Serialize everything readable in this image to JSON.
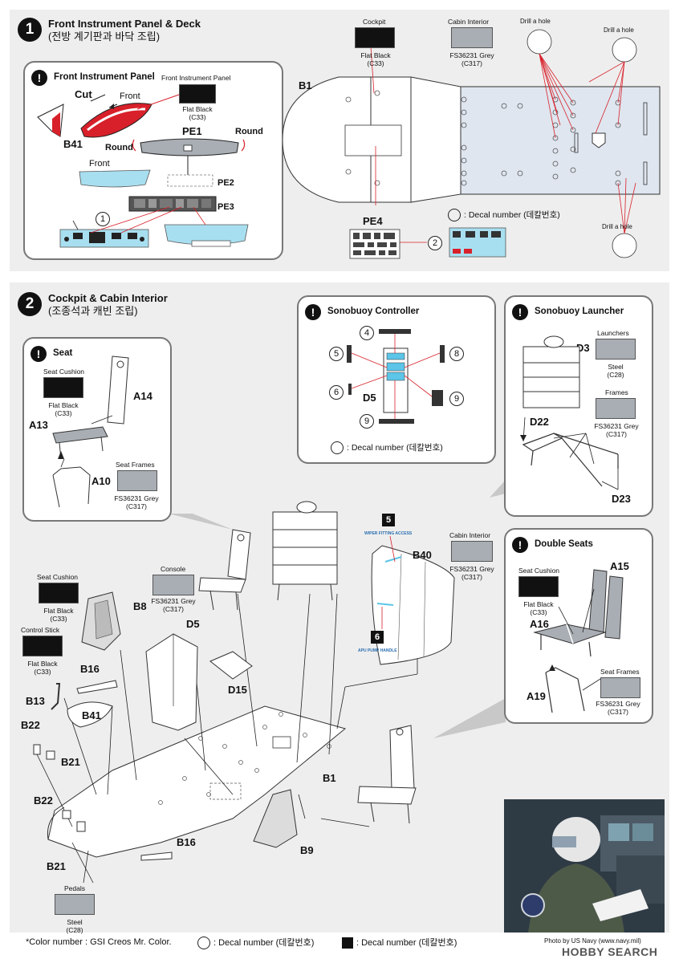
{
  "step1": {
    "number": "1",
    "title": "Front Instrument Panel & Deck",
    "subtitle": "(전방 계기판과 바닥 조립)",
    "panel": {
      "title": "Front Instrument Panel",
      "swatch_caption": "Front Instrument Panel",
      "paint": "Flat Black",
      "paint_code": "(C33)",
      "labels": {
        "cut": "Cut",
        "front_top": "Front",
        "b41": "B41",
        "pe1": "PE1",
        "round_left": "Round",
        "round_right": "Round",
        "front_bottom": "Front",
        "pe2": "PE2",
        "pe3": "PE3",
        "decal": "1"
      }
    },
    "deck": {
      "cockpit_caption": "Cockpit",
      "cockpit_paint": "Flat Black",
      "cockpit_code": "(C33)",
      "cabin_caption": "Cabin Interior",
      "cabin_paint": "FS36231 Grey",
      "cabin_code": "(C317)",
      "b1": "B1",
      "pe4": "PE4",
      "decal": "2",
      "drill1": "Drill a hole",
      "drill2": "Drill a hole",
      "drill3": "Drill a hole",
      "decal_note": ": Decal number (데칼번호)"
    }
  },
  "step2": {
    "number": "2",
    "title": "Cockpit & Cabin Interior",
    "subtitle": "(조종석과 캐빈 조립)",
    "seat_panel": {
      "title": "Seat",
      "cushion_caption": "Seat Cushion",
      "cushion_paint": "Flat Black",
      "cushion_code": "(C33)",
      "frames_caption": "Seat Frames",
      "frames_paint": "FS36231 Grey",
      "frames_code": "(C317)",
      "a14": "A14",
      "a13": "A13",
      "a10": "A10"
    },
    "sonobuoy_controller": {
      "title": "Sonobuoy Controller",
      "decals": [
        "4",
        "5",
        "8",
        "6",
        "9",
        "9"
      ],
      "d5": "D5",
      "decal_note": ": Decal number (데칼번호)"
    },
    "sonobuoy_launcher": {
      "title": "Sonobuoy Launcher",
      "launchers_caption": "Launchers",
      "launchers_paint": "Steel",
      "launchers_code": "(C28)",
      "frames_caption": "Frames",
      "frames_paint": "FS36231 Grey",
      "frames_code": "(C317)",
      "d3": "D3",
      "d22": "D22",
      "d23": "D23"
    },
    "double_seats": {
      "title": "Double Seats",
      "cushion_caption": "Seat Cushion",
      "cushion_paint": "Flat Black",
      "cushion_code": "(C33)",
      "frames_caption": "Seat Frames",
      "frames_paint": "FS36231 Grey",
      "frames_code": "(C317)",
      "a15": "A15",
      "a16": "A16",
      "a19": "A19"
    },
    "main": {
      "seat_cushion_caption": "Seat Cushion",
      "seat_cushion_paint": "Flat Black",
      "seat_cushion_code": "(C33)",
      "control_stick_caption": "Control Stick",
      "control_stick_paint": "Flat Black",
      "control_stick_code": "(C33)",
      "console_caption": "Console",
      "console_paint": "FS36231 Grey",
      "console_code": "(C317)",
      "cabin_caption": "Cabin Interior",
      "cabin_paint": "FS36231 Grey",
      "cabin_code": "(C317)",
      "pedals_caption": "Pedals",
      "pedals_paint": "Steel",
      "pedals_code": "(C28)",
      "b8": "B8",
      "d5": "D5",
      "d15": "D15",
      "b16_top": "B16",
      "b13": "B13",
      "b41": "B41",
      "b22_top": "B22",
      "b21_top": "B21",
      "b22_bottom": "B22",
      "b21_bottom": "B21",
      "b40": "B40",
      "b1": "B1",
      "b16_bottom": "B16",
      "b9": "B9",
      "decal5": "5",
      "decal5_text": "WIPER FITTING ACCESS",
      "decal6": "6",
      "decal6_text": "APU PUMP HANDLE"
    }
  },
  "footer": {
    "color_note": "*Color number : GSI Creos Mr. Color.",
    "decal_circle_note": ": Decal number (데칼번호)",
    "decal_square_note": ": Decal number (데칼번호)",
    "photo_credit": "Photo by US Navy (www.navy.mil)",
    "watermark": "HOBBY SEARCH"
  },
  "colors": {
    "band": "#eeeeee",
    "black": "#111111",
    "grey": "#a9aeb4",
    "pale_blue": "#a8dff0",
    "deck": "#dfe6ef",
    "red": "#d8202a"
  }
}
